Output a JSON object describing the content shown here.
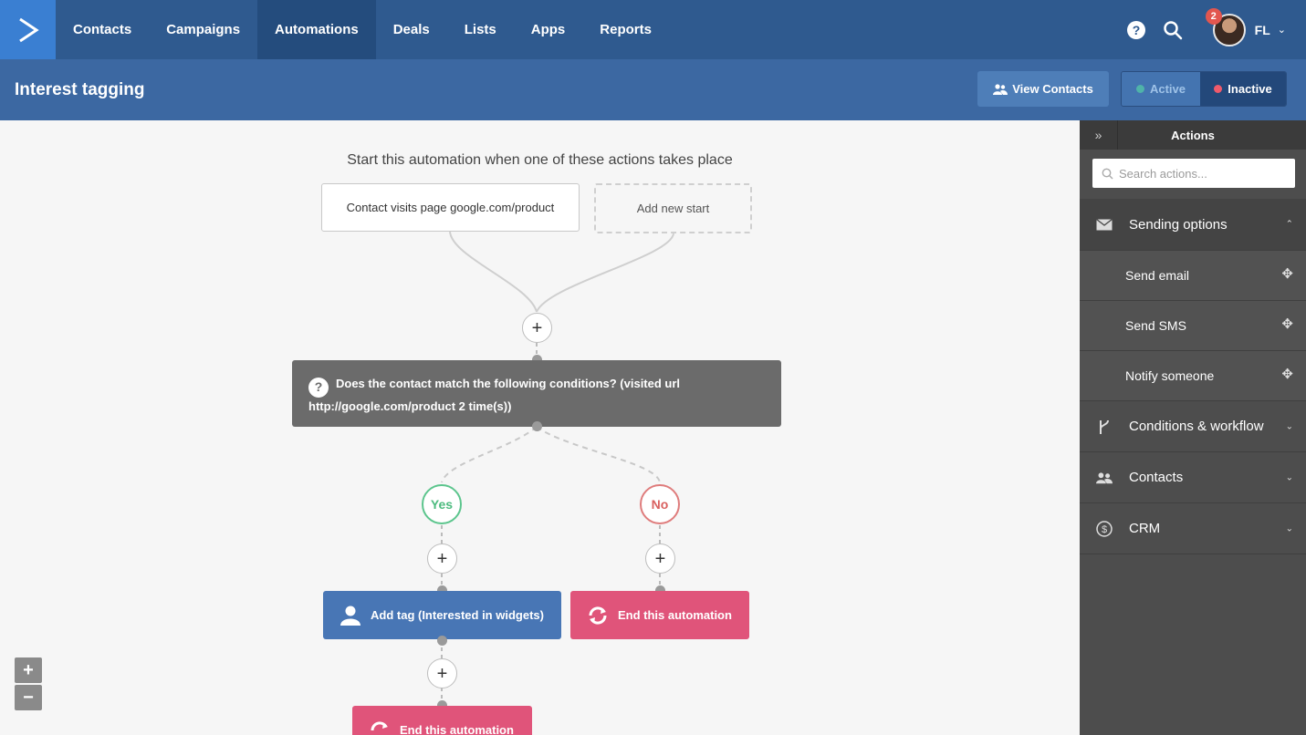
{
  "nav": {
    "items": [
      {
        "label": "Contacts"
      },
      {
        "label": "Campaigns"
      },
      {
        "label": "Automations"
      },
      {
        "label": "Deals"
      },
      {
        "label": "Lists"
      },
      {
        "label": "Apps"
      },
      {
        "label": "Reports"
      }
    ],
    "active_item": "Automations",
    "notification_count": "2",
    "user_initials": "FL"
  },
  "header": {
    "title": "Interest tagging",
    "view_contacts_label": "View Contacts",
    "status_active_label": "Active",
    "status_inactive_label": "Inactive"
  },
  "canvas": {
    "start_heading": "Start this automation when one of these actions takes place",
    "start_trigger": "Contact visits page google.com/product",
    "add_new_start": "Add new start",
    "condition_text": "Does the contact match the following conditions? (visited url http://google.com/product 2 time(s))",
    "branch_yes": "Yes",
    "branch_no": "No",
    "yes_action": "Add tag (Interested in widgets)",
    "no_action": "End this automation",
    "bottom_action": "End this automation",
    "plus_symbol": "+",
    "zoom_in": "+",
    "zoom_out": "−"
  },
  "sidebar": {
    "title": "Actions",
    "search_placeholder": "Search actions...",
    "sections": [
      {
        "label": "Sending options",
        "icon": "envelope-icon",
        "expanded": true,
        "items": [
          {
            "label": "Send email"
          },
          {
            "label": "Send SMS"
          },
          {
            "label": "Notify someone"
          }
        ]
      },
      {
        "label": "Conditions & workflow",
        "icon": "branch-icon",
        "expanded": false
      },
      {
        "label": "Contacts",
        "icon": "users-icon",
        "expanded": false
      },
      {
        "label": "CRM",
        "icon": "dollar-icon",
        "expanded": false
      }
    ]
  },
  "colors": {
    "nav_bg": "#2f5a8f",
    "subheader_bg": "#3c68a2",
    "yes_green": "#4dbb7f",
    "no_red": "#d9605f",
    "add_tag_blue": "#4876b5",
    "end_pink": "#e0547a",
    "active_dot": "#4fb3a9",
    "inactive_dot": "#ef5a6b"
  }
}
